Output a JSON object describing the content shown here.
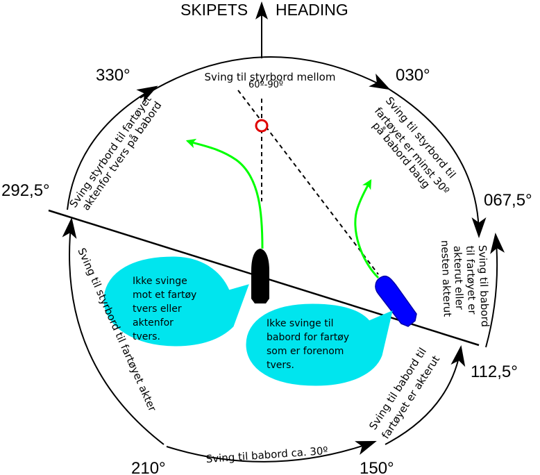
{
  "heading": {
    "left": "SKIPETS",
    "right": "HEADING"
  },
  "bearings": {
    "b330": "330°",
    "b030": "030°",
    "b292": "292,5°",
    "b067": "067,5°",
    "b112": "112,5°",
    "b210": "210°",
    "b150": "150°"
  },
  "sectors": {
    "top_line1": "Sving til styrbord mellom",
    "top_line2": "60º-90º",
    "upper_left_line1": "Sving styrbord til fartøyet",
    "upper_left_line2": "aktenfor tvers på babord",
    "upper_right_line1": "Sving til styrbord til",
    "upper_right_line2": "fartøyet er minst 30º",
    "upper_right_line3": "på babord baug",
    "right_line1": "Sving til babord",
    "right_line2": "til fartøyet er",
    "right_line3": "akterut eller",
    "right_line4": "nesten akterut",
    "left_line1": "Sving til styrbord til fartøyet akter",
    "lower_right_line1": "Sving til babord til",
    "lower_right_line2": "fartøyet er akterut",
    "bottom_line1": "Sving til babord ca. 30º"
  },
  "bubbles": {
    "left": [
      "Ikke svinge",
      "mot et fartøy",
      "tvers eller",
      "aktenfor",
      "tvers."
    ],
    "right": [
      "Ikke svinge til",
      "babord for fartøy",
      "som er forenom",
      "tvers."
    ]
  },
  "colors": {
    "bubble": "#00e5ee",
    "own_ship": "#000000",
    "other_ship": "#0000ff",
    "track": "#00ff00",
    "cpa_marker": "#e00000"
  }
}
